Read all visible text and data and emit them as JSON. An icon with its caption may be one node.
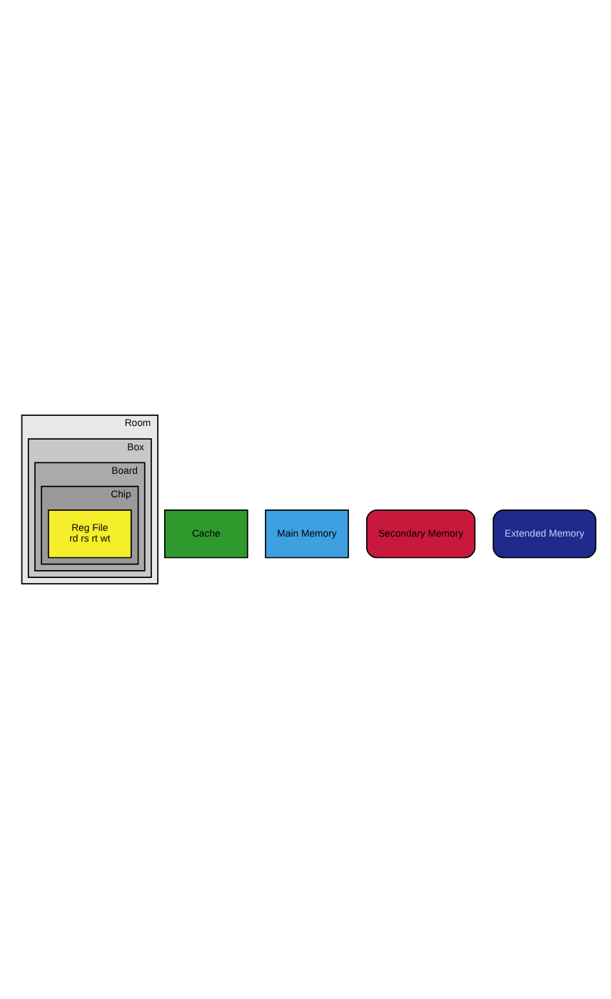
{
  "diagram": {
    "nodes": [
      {
        "text": [
          "Room"
        ]
      },
      {
        "text": [
          "Box"
        ],
        "in": 0
      },
      {
        "text": [
          "Board"
        ],
        "in": 1
      },
      {
        "text": [
          "Chip"
        ],
        "in": 2
      },
      {
        "text": [
          "Reg File",
          "rd rs rt wt"
        ],
        "in": 3
      },
      {
        "text": [
          "Cache"
        ]
      },
      {
        "text": [
          "Main Memory"
        ]
      },
      {
        "text": [
          "Secondary Memory"
        ]
      },
      {
        "text": [
          "Extended Memory"
        ]
      }
    ]
  }
}
